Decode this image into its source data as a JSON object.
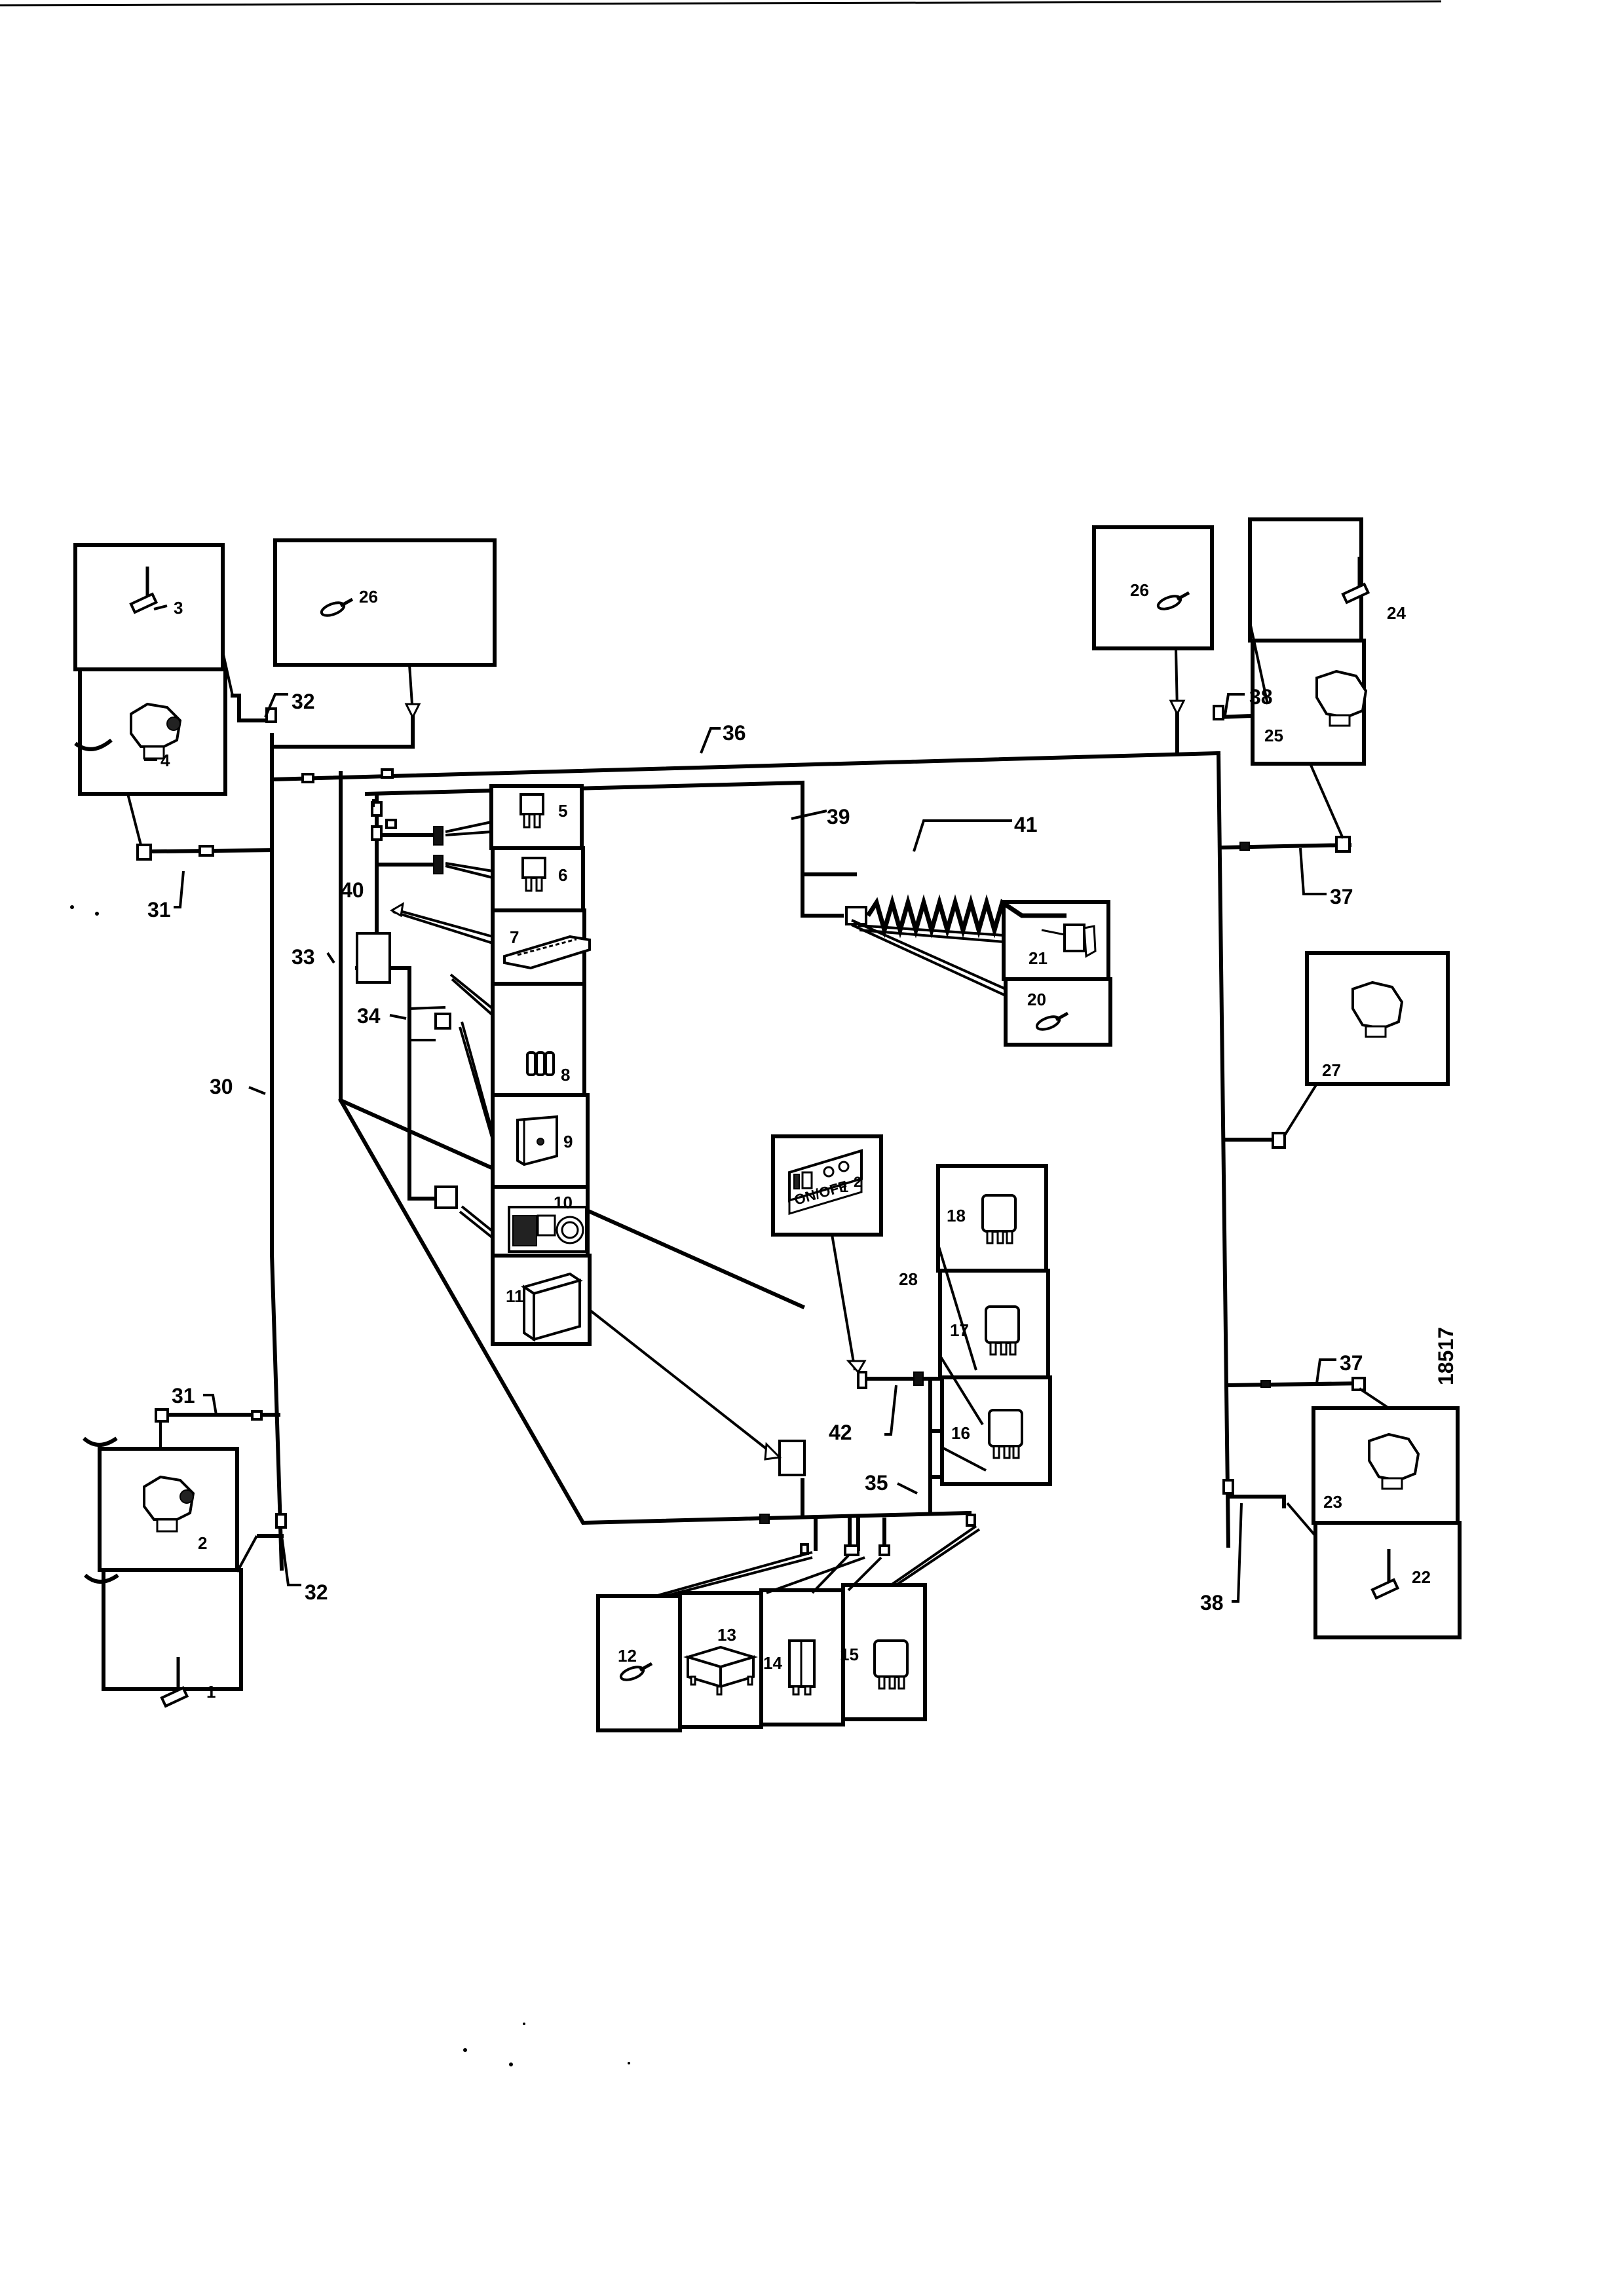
{
  "diagram": {
    "type": "wiring-harness-component-layout",
    "drawing_number": "18517",
    "components": [
      {
        "id": "1",
        "label": "1",
        "kind": "sensor"
      },
      {
        "id": "2",
        "label": "2",
        "kind": "modulator-valve"
      },
      {
        "id": "3",
        "label": "3",
        "kind": "sensor"
      },
      {
        "id": "4",
        "label": "4",
        "kind": "modulator-valve"
      },
      {
        "id": "5",
        "label": "5",
        "kind": "fuse"
      },
      {
        "id": "6",
        "label": "6",
        "kind": "fuse"
      },
      {
        "id": "7",
        "label": "7",
        "kind": "fuse-box"
      },
      {
        "id": "8",
        "label": "8",
        "kind": "connector"
      },
      {
        "id": "9",
        "label": "9",
        "kind": "control-unit"
      },
      {
        "id": "10",
        "label": "10",
        "kind": "instrument-panel"
      },
      {
        "id": "11",
        "label": "11",
        "kind": "battery"
      },
      {
        "id": "12",
        "label": "12",
        "kind": "cable-terminal"
      },
      {
        "id": "13",
        "label": "13",
        "kind": "relay-block"
      },
      {
        "id": "14",
        "label": "14",
        "kind": "relay"
      },
      {
        "id": "15",
        "label": "15",
        "kind": "relay"
      },
      {
        "id": "16",
        "label": "16",
        "kind": "relay"
      },
      {
        "id": "17",
        "label": "17",
        "kind": "relay"
      },
      {
        "id": "18",
        "label": "18",
        "kind": "relay"
      },
      {
        "id": "20",
        "label": "20",
        "kind": "cable-terminal"
      },
      {
        "id": "21",
        "label": "21",
        "kind": "switch"
      },
      {
        "id": "22",
        "label": "22",
        "kind": "sensor"
      },
      {
        "id": "23",
        "label": "23",
        "kind": "modulator-valve"
      },
      {
        "id": "24",
        "label": "24",
        "kind": "sensor"
      },
      {
        "id": "25",
        "label": "25",
        "kind": "modulator-valve"
      },
      {
        "id": "26a",
        "label": "26",
        "kind": "cable-terminal"
      },
      {
        "id": "26b",
        "label": "26",
        "kind": "cable-terminal"
      },
      {
        "id": "27",
        "label": "27",
        "kind": "modulator-valve"
      },
      {
        "id": "28",
        "label": "28",
        "kind": "switch-panel"
      }
    ],
    "harness_labels": {
      "l30": "30",
      "l31a": "31",
      "l31b": "31",
      "l32a": "32",
      "l32b": "32",
      "l33": "33",
      "l34": "34",
      "l35": "35",
      "l36": "36",
      "l37a": "37",
      "l37b": "37",
      "l38a": "38",
      "l38b": "38",
      "l39": "39",
      "l40": "40",
      "l41": "41",
      "l42": "42"
    },
    "panel_28_text": {
      "switch_text": "ON/OFF",
      "pos1": "1",
      "pos2": "2"
    }
  }
}
